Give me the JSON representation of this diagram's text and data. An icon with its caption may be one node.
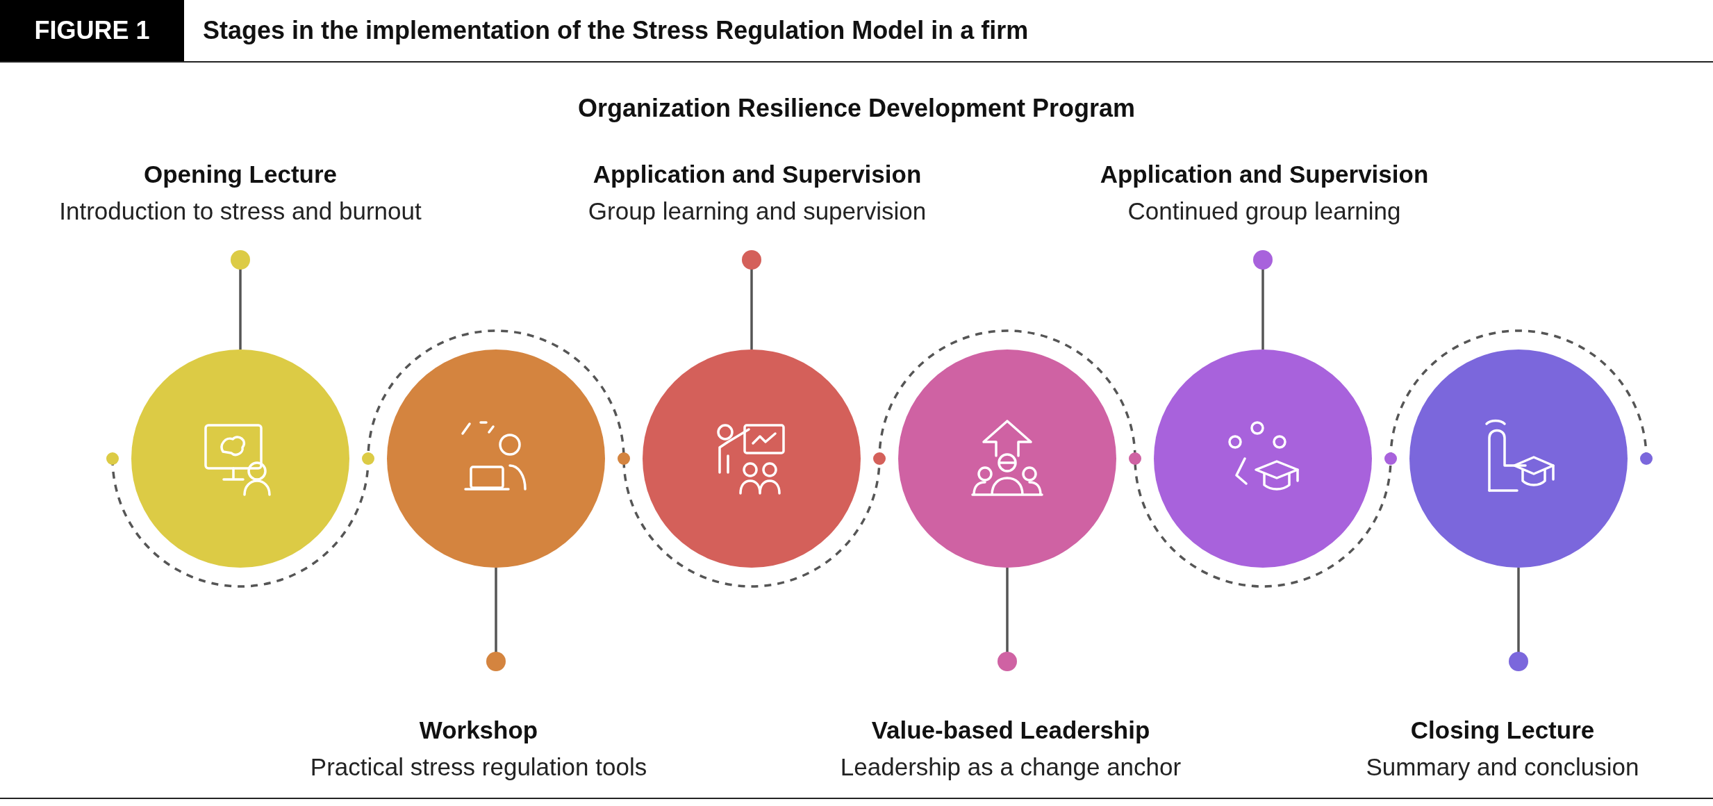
{
  "diagram": {
    "title": "Stages in the implementation of the Stress Regulation Model in a firm",
    "nodes": [
      {
        "text": [
          "Opening Lecture",
          "Introduction to stress and burnout"
        ]
      },
      {
        "text": [
          "Workshop",
          "Practical stress regulation tools"
        ]
      },
      {
        "text": [
          "Application and Supervision",
          "Group learning and supervision"
        ]
      },
      {
        "text": [
          "Value-based Leadership",
          "Leadership as a change anchor"
        ]
      },
      {
        "text": [
          "Application and Supervision",
          "Continued group learning"
        ]
      },
      {
        "text": [
          "Closing Lecture",
          "Summary and conclusion"
        ]
      },
      {
        "text": [],
        "shape": "circle"
      },
      {
        "text": [],
        "shape": "circle"
      },
      {
        "text": [],
        "shape": "circle"
      },
      {
        "text": [],
        "shape": "circle"
      },
      {
        "text": [],
        "shape": "circle"
      },
      {
        "text": [],
        "shape": "circle"
      }
    ],
    "edges": [
      {
        "from": 0,
        "to": 6,
        "arrow": "none"
      },
      {
        "from": 1,
        "to": 7,
        "arrow": "none"
      },
      {
        "from": 2,
        "to": 8,
        "arrow": "none"
      },
      {
        "from": 3,
        "to": 9,
        "arrow": "none"
      },
      {
        "from": 4,
        "to": 10,
        "arrow": "none"
      },
      {
        "from": 5,
        "to": 11,
        "arrow": "none"
      }
    ],
    "labels": [
      "FIGURE 1",
      "Organization Resilience Development Program"
    ]
  }
}
